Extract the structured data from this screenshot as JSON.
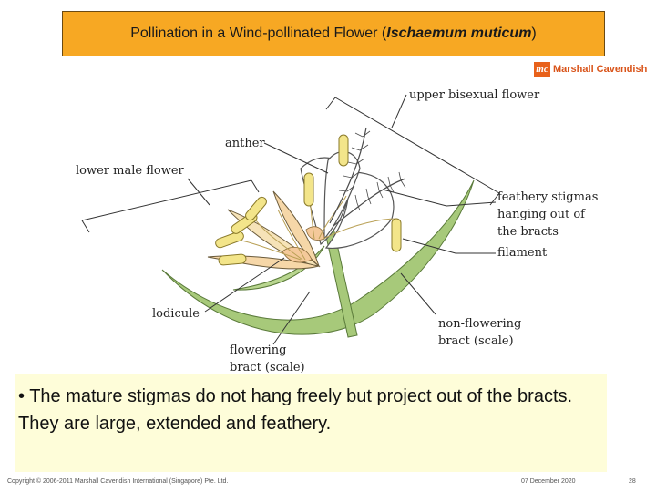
{
  "title": {
    "prefix": "Pollination in a Wind-pollinated Flower (",
    "species": "Ischaemum muticum",
    "suffix": ")"
  },
  "logo": {
    "mark": "mc",
    "name": "Marshall Cavendish"
  },
  "labels": {
    "upper_bisexual": "upper bisexual flower",
    "anther": "anther",
    "lower_male": "lower male flower",
    "stigmas_1": "feathery stigmas",
    "stigmas_2": "hanging out of",
    "stigmas_3": "the bracts",
    "filament": "filament",
    "lodicule": "lodicule",
    "non_flowering_1": "non-flowering",
    "non_flowering_2": "bract (scale)",
    "flowering_1": "flowering",
    "flowering_2": "bract (scale)"
  },
  "note": {
    "text": "• The mature stigmas do not hang freely but project out of the bracts. They are large, extended and feathery."
  },
  "footer": {
    "copyright": "Copyright © 2006-2011 Marshall Cavendish International (Singapore) Pte. Ltd.",
    "date": "07 December 2020",
    "page": "28"
  },
  "colors": {
    "title_bg": "#f7a823",
    "note_bg": "#fefdd9",
    "bract_green": "#9fc46f",
    "anther_yellow": "#f3e58a",
    "lodicule_peach": "#f4c99a"
  }
}
